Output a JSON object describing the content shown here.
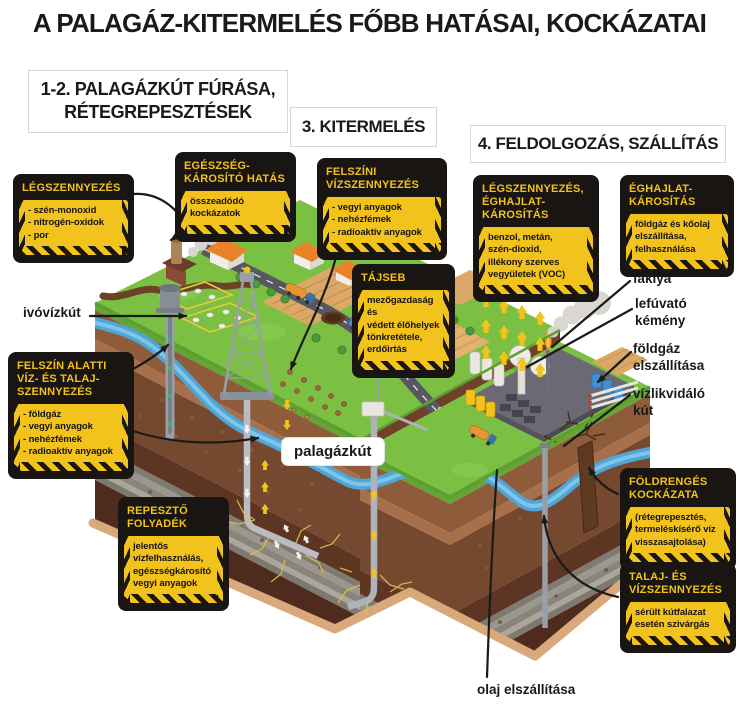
{
  "title": "A PALAGÁZ-KITERMELÉS FŐBB HATÁSAI, KOCKÁZATAI",
  "sections": {
    "s12": "1-2. PALAGÁZKÚT FÚRÁSA,\nRÉTEGREPESZTÉSEK",
    "s3": "3. KITERMELÉS",
    "s4": "4. FELDOLGOZÁS, SZÁLLÍTÁS"
  },
  "cards": [
    {
      "id": "legszennyezes-1",
      "title": "LÉGSZENNYEZÉS",
      "body": "- szén-monoxid\n- nitrogén-oxidok\n- por"
    },
    {
      "id": "egeszsegkarosito-hatas",
      "title": "EGÉSZSÉG-\nKÁROSÍTÓ HATÁS",
      "body": "összeadódó\nkockázatok"
    },
    {
      "id": "felszini-vizszennyezes",
      "title": "FELSZÍNI\nVÍZSZENNYEZÉS",
      "body": "- vegyi anyagok\n- nehézfémek\n- radioaktív anyagok"
    },
    {
      "id": "tajseb",
      "title": "TÁJSEB",
      "body": "mezőgazdaság és\nvédett élőhelyek\ntönkretétele,\nerdőirtás"
    },
    {
      "id": "legszennyezes-eghajlatkarositas",
      "title": "LÉGSZENNYEZÉS,\nÉGHAJLAT-\nKÁROSÍTÁS",
      "body": "benzol, metán,\nszén-dioxid,\nillékony szerves\nvegyületek (VOC)"
    },
    {
      "id": "eghajlatkarositas",
      "title": "ÉGHAJLAT-\nKÁROSÍTÁS",
      "body": "földgáz és kőolaj\nelszállítása,\nfelhasználása"
    },
    {
      "id": "felszin-alatti-szennyezes",
      "title": "FELSZÍN ALATTI\nVÍZ- ÉS TALAJ-\nSZENNYEZÉS",
      "body": "- földgáz\n- vegyi anyagok\n- nehézfémek\n- radioaktív anyagok"
    },
    {
      "id": "repeszto-folyadek",
      "title": "REPESZTŐ\nFOLYADÉK",
      "body": "jelentős\nvízfelhasználás,\negészségkárosító\nvegyi anyagok"
    },
    {
      "id": "foldrenges-kockazata",
      "title": "FÖLDRENGÉS\nKOCKÁZATA",
      "body": "(rétegrepesztés,\ntermeléskísérő víz\nvisszasajtolása)"
    },
    {
      "id": "talaj-es-vizszennyezes",
      "title": "TALAJ- ÉS\nVÍZSZENNYEZÉS",
      "body": "sérült kútfalazat\nesetén szivárgás"
    }
  ],
  "scene_labels": {
    "palagazkut": "palagázkút",
    "ivovizkut": "ivóvízkút",
    "faklya": "fáklya",
    "lefuvato": "lefúvató\nkémény",
    "foldgaz": "földgáz\nelszállítása",
    "vizlikvidalo": "vízlikvidáló\nkút",
    "olaj": "olaj elszállítása"
  },
  "colors": {
    "hazard_yellow": "#F2C21D",
    "card_black": "#181512",
    "grass_green": "#7CC043",
    "aquifer_blue": "#4FA5D6",
    "soil_brown": "#75492F",
    "title_black": "#1C1A19"
  }
}
